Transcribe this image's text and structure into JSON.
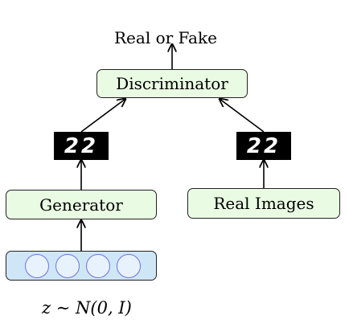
{
  "diagram": {
    "output_label": "Real or Fake",
    "discriminator_label": "Discriminator",
    "generator_label": "Generator",
    "real_images_label": "Real Images",
    "fake_digits": "22",
    "real_digits": "22",
    "latent_nodes": 4,
    "latent_label": "z ∼ N(0, I)"
  },
  "colors": {
    "block_fill": "#e9fbe3",
    "latent_fill": "#cfe6f7",
    "node_stroke": "#6d72e8"
  }
}
